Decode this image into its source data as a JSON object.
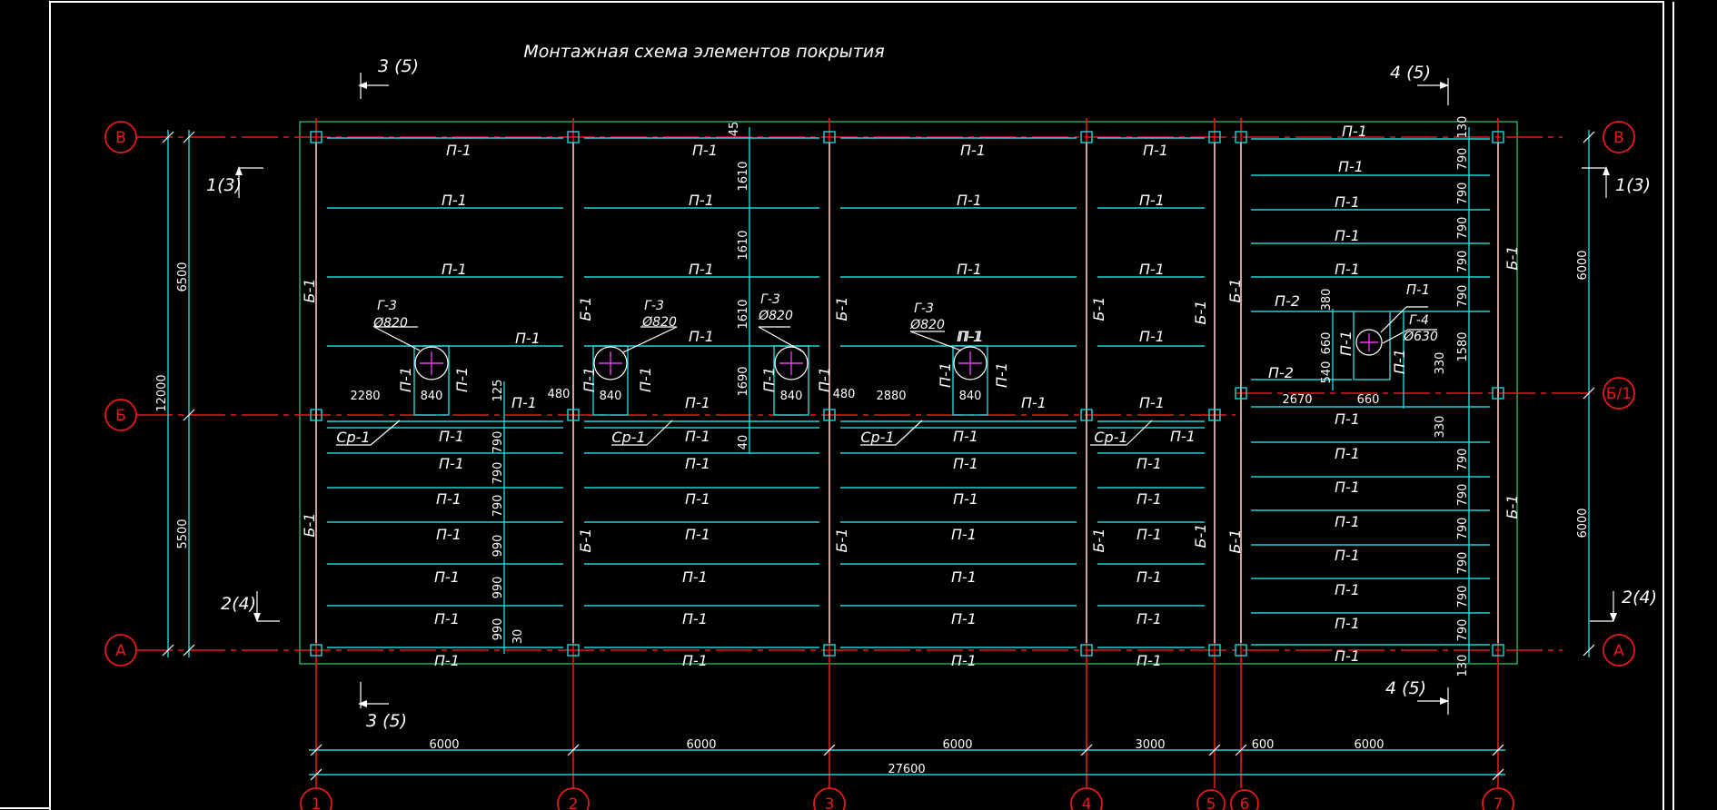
{
  "title": "Монтажная схема элементов покрытия",
  "colors": {
    "background": "#000000",
    "axis": "#e8191a",
    "element": "#1fd3d6",
    "text": "#ffffff",
    "outline": "#2fd36a",
    "center_mark": "#e83ae8"
  },
  "row_axes": {
    "v": "В",
    "b": "Б",
    "a": "А",
    "b1": "Б/1"
  },
  "col_axes": [
    "1",
    "2",
    "3",
    "4",
    "5",
    "6",
    "7"
  ],
  "dims_bottom": {
    "d1": "6000",
    "d2": "6000",
    "d3": "6000",
    "d4": "3000",
    "d5": "600",
    "d6": "6000",
    "total": "27600"
  },
  "dims_left": {
    "top": "6500",
    "bottom": "5500",
    "total": "12000"
  },
  "dims_right": {
    "top": "6000",
    "bottom": "6000"
  },
  "dims_inner": {
    "d45": "45",
    "d1610a": "1610",
    "d1610b": "1610",
    "d1610c": "1610",
    "d1690": "1690",
    "d40": "40",
    "d125": "125",
    "d790a": "790",
    "d790b": "790",
    "d790c": "790",
    "d990a": "990",
    "d990b": "990",
    "d990c": "990",
    "d30": "30",
    "d2280": "2280",
    "d840a": "840",
    "d480a": "480",
    "d840b": "840",
    "d840c": "840",
    "d480b": "480",
    "d2880": "2880",
    "d840d": "840",
    "d2670": "2670",
    "d660h": "660",
    "d380": "380",
    "d540": "540",
    "d660v": "660",
    "d1580": "1580",
    "d330a": "330",
    "d330b": "330",
    "d130a": "130",
    "d130b": "130",
    "r790_1": "790",
    "r790_2": "790",
    "r790_3": "790",
    "r790_4": "790",
    "r790_5": "790",
    "r790_6": "790",
    "r790_7": "790",
    "r790_8": "790",
    "r790_9": "790",
    "r790_10": "790",
    "r790_11": "790"
  },
  "labels": {
    "p1": "П-1",
    "p2": "П-2",
    "b1": "Б-1",
    "sr1": "Ср-1",
    "g3": "Г-3",
    "g4": "Г-4",
    "d820": "Ø820",
    "d630": "Ø630"
  },
  "sections": {
    "s35_top": "3 (5)",
    "s35_bottom": "3 (5)",
    "s45_top": "4 (5)",
    "s45_bottom": "4 (5)",
    "s13_left": "1(3)",
    "s13_right": "1(3)",
    "s24_left": "2(4)",
    "s24_right": "2(4)"
  }
}
